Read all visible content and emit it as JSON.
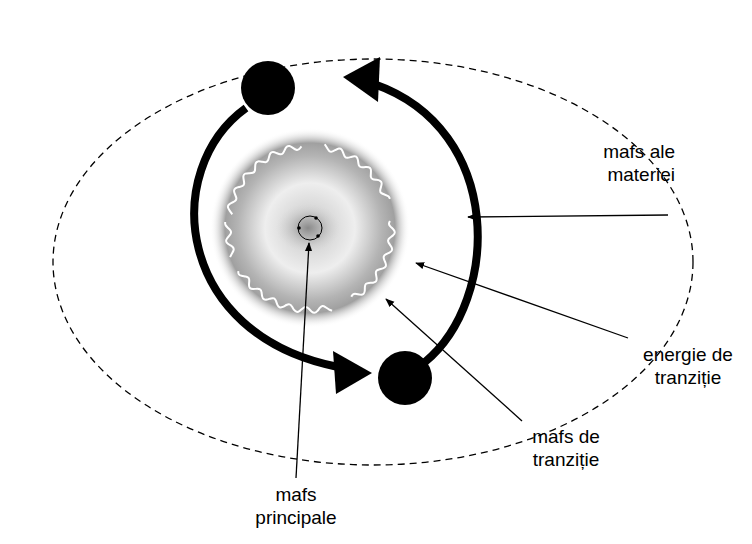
{
  "diagram": {
    "labels": [
      "mafs ale materiei",
      "energie de tranziție",
      "mafs de tranziție",
      "mafs principale"
    ]
  }
}
